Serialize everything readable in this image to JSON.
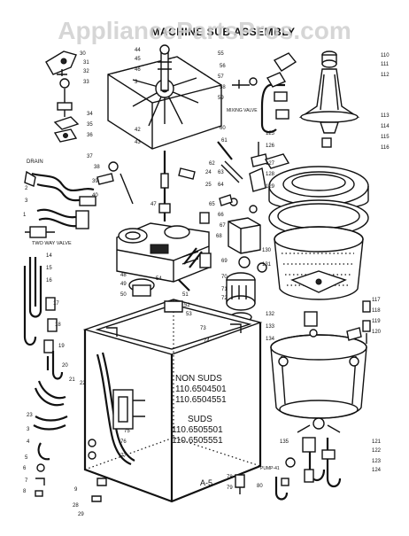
{
  "watermark": "AppliancePartsPros.com",
  "title": "MACHINE SUB ASSEMBLY",
  "notes": {
    "drain": "DRAIN",
    "two_way_valve": "TWO WAY VALVE",
    "mixing_valve": "MIXING VALVE",
    "pump": "PUMP-41"
  },
  "model_block": {
    "non_suds_heading": "NON SUDS",
    "non_suds_models": [
      "110.6504501",
      "110.6504551"
    ],
    "suds_heading": "SUDS",
    "suds_models": [
      "110.6505501",
      "110.6505551"
    ]
  },
  "page_mark": "A-5",
  "callouts": {
    "left_column": [
      "30",
      "31",
      "32",
      "33",
      "34",
      "35",
      "36",
      "37",
      "38",
      "39",
      "40",
      "2",
      "3",
      "1",
      "14",
      "15",
      "16",
      "17",
      "18",
      "19",
      "20",
      "21",
      "22",
      "23",
      "3",
      "4",
      "5",
      "6",
      "7",
      "8",
      "9",
      "28",
      "29"
    ],
    "center": [
      "44",
      "45",
      "46",
      "3",
      "42",
      "43",
      "24",
      "25",
      "47",
      "48",
      "49",
      "50",
      "51",
      "52",
      "53",
      "54",
      "55",
      "56",
      "57",
      "58",
      "59",
      "60",
      "61",
      "62",
      "63",
      "64",
      "65",
      "66",
      "67",
      "68",
      "69",
      "70",
      "71",
      "72",
      "73",
      "74",
      "75",
      "76",
      "77",
      "78",
      "79",
      "80"
    ],
    "right_column": [
      "110",
      "111",
      "112",
      "113",
      "114",
      "115",
      "116",
      "117",
      "118",
      "119",
      "120",
      "121",
      "122",
      "123",
      "124",
      "125",
      "126",
      "127",
      "128",
      "129",
      "130",
      "131",
      "132",
      "133",
      "134",
      "135"
    ]
  }
}
